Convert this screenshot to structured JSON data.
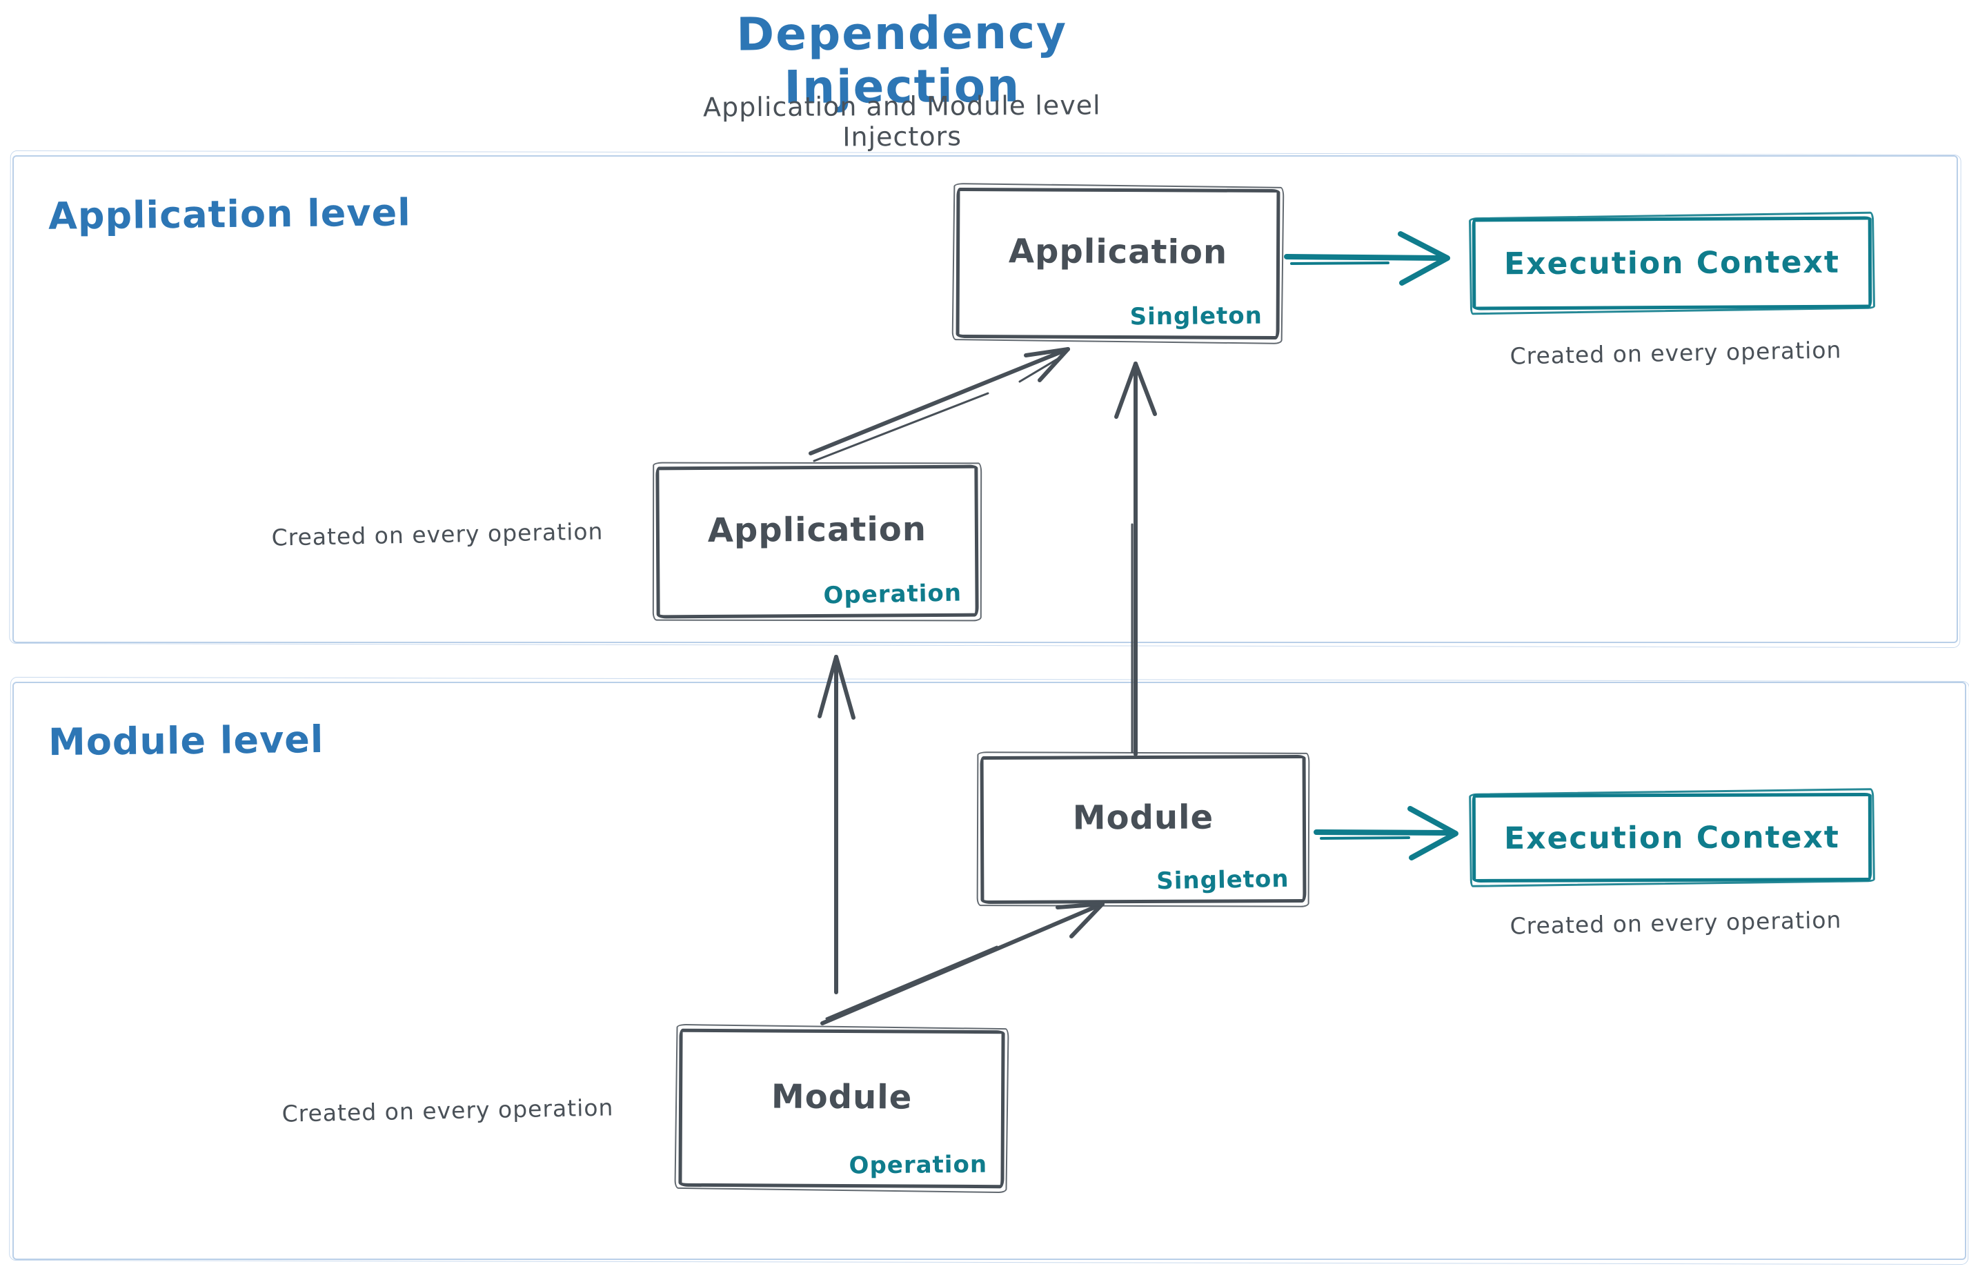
{
  "title": "Dependency Injection",
  "subtitle": "Application and Module level Injectors",
  "sections": {
    "application": {
      "label": "Application level"
    },
    "module": {
      "label": "Module level"
    }
  },
  "nodes": {
    "app_singleton": {
      "title": "Application",
      "tag": "Singleton"
    },
    "app_execution_context": {
      "title": "Execution Context",
      "caption": "Created on every operation"
    },
    "app_operation": {
      "title": "Application",
      "tag": "Operation",
      "caption": "Created on every operation"
    },
    "module_singleton": {
      "title": "Module",
      "tag": "Singleton"
    },
    "module_execution_context": {
      "title": "Execution Context",
      "caption": "Created on every operation"
    },
    "module_operation": {
      "title": "Module",
      "tag": "Operation",
      "caption": "Created on every operation"
    }
  },
  "colors": {
    "title_blue": "#2d76b5",
    "teal": "#0f7c8c",
    "dark": "#474f57",
    "section_border": "#b9cfe8"
  }
}
